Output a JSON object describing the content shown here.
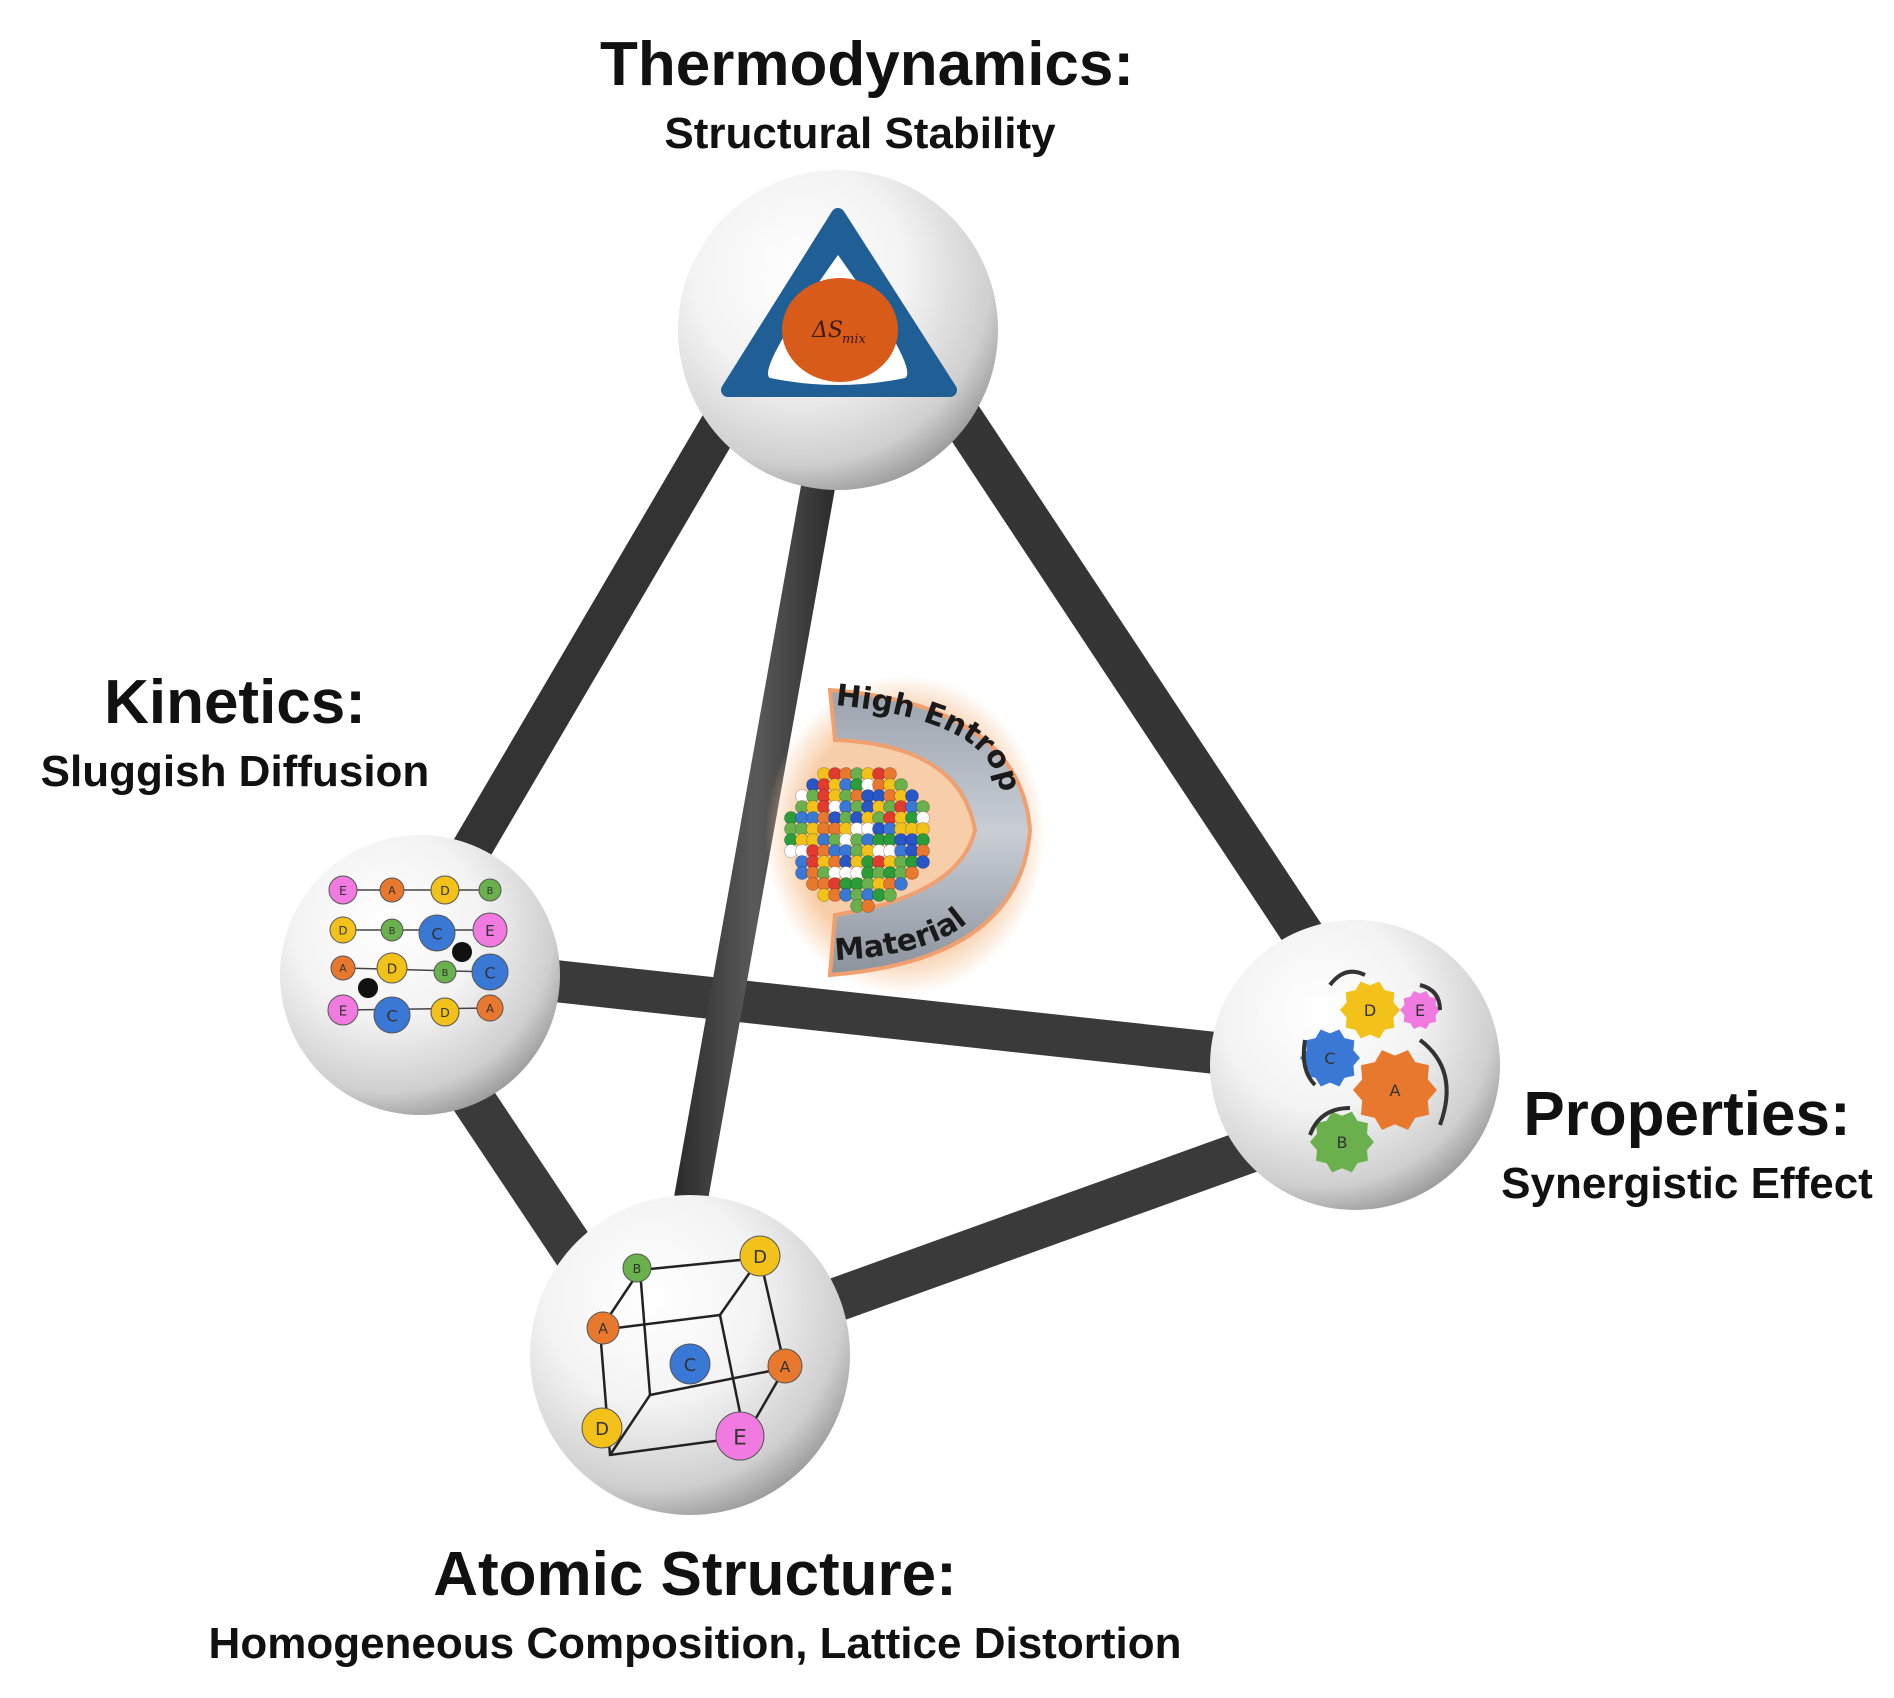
{
  "nodes": {
    "thermodynamics": {
      "title": "Thermodynamics:",
      "subtitle": "Structural Stability",
      "icon_text": "ΔS",
      "icon_sub": "mix"
    },
    "kinetics": {
      "title": "Kinetics:",
      "subtitle": "Sluggish Diffusion"
    },
    "properties": {
      "title": "Properties:",
      "subtitle": "Synergistic Effect"
    },
    "atomic_structure": {
      "title": "Atomic Structure:",
      "subtitle": "Homogeneous Composition, Lattice Distortion"
    }
  },
  "center": {
    "top_text": "High Entropy",
    "bottom_text": "Material"
  },
  "atom_letters": [
    "A",
    "B",
    "C",
    "D",
    "E"
  ],
  "colors": {
    "A": "#e8782e",
    "B": "#6ab04c",
    "C": "#3a78d6",
    "D": "#f2c21b",
    "E": "#f07ae0",
    "rod": "#3c3c3c",
    "triangle": "#1f5f96",
    "blob": "#d95b1a"
  }
}
